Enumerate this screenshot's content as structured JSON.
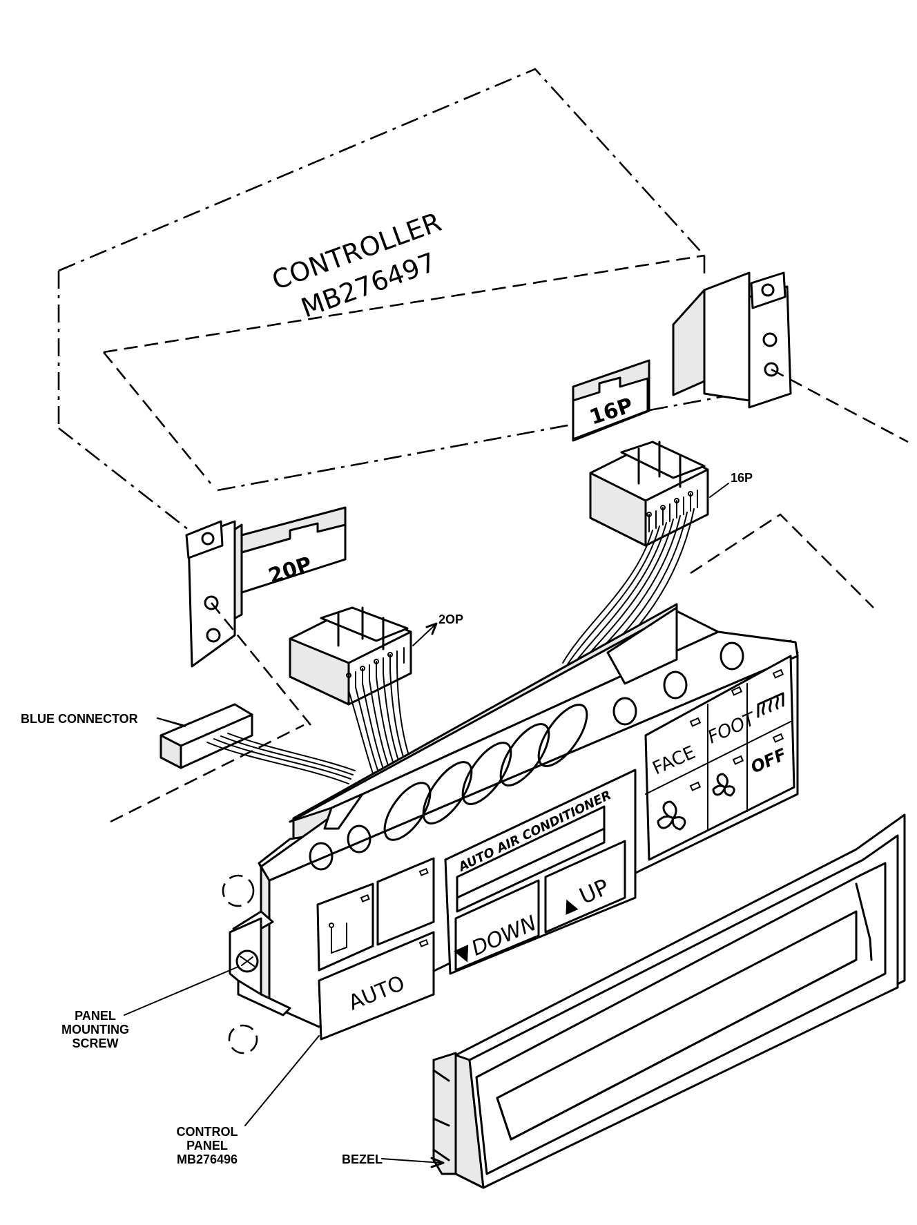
{
  "controller": {
    "title": "CONTROLLER",
    "part_number": "MB276497"
  },
  "controller_sockets": {
    "upper": "16P",
    "lower": "20P"
  },
  "connectors": {
    "upper_label": "16P",
    "lower_label": "2OP"
  },
  "control_panel_face": {
    "display_label": "AUTO AIR CONDITIONER",
    "down_button": "DOWN",
    "up_button": "UP",
    "auto_button": "AUTO",
    "face_button": "FACE",
    "foot_button": "FOOT",
    "off_button": "OFF"
  },
  "callouts": {
    "blue_connector": "BLUE CONNECTOR",
    "panel_mounting_screw": [
      "PANEL",
      "MOUNTING",
      "SCREW"
    ],
    "control_panel": [
      "CONTROL",
      "PANEL",
      "MB276496"
    ],
    "bezel": "BEZEL"
  }
}
